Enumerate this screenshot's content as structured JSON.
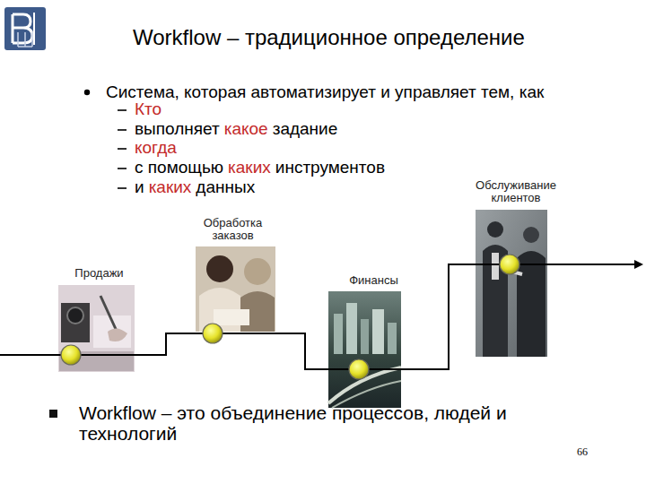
{
  "diagram": {
    "title": "Workflow – традиционное определение",
    "nodes": [
      {
        "text": [
          "Продажи"
        ]
      },
      {
        "text": [
          "Обработка заказов"
        ]
      },
      {
        "text": [
          "Финансы"
        ]
      },
      {
        "text": [
          "Обслуживание клиентов"
        ]
      }
    ],
    "edges": [
      {
        "from": 0,
        "to": 1,
        "arrow": "none"
      },
      {
        "from": 1,
        "to": 2,
        "arrow": "none"
      },
      {
        "from": 2,
        "to": 3,
        "arrow": "none"
      }
    ],
    "labels": [
      "Система, которая автоматизирует и управляет тем, как",
      "Кто",
      "выполняет",
      "какое",
      "задание",
      "когда",
      "с помощью",
      "каких",
      "инструментов",
      "и",
      "каких",
      "данных",
      "Workflow – это объединение процессов, людей и технологий",
      "66"
    ]
  }
}
